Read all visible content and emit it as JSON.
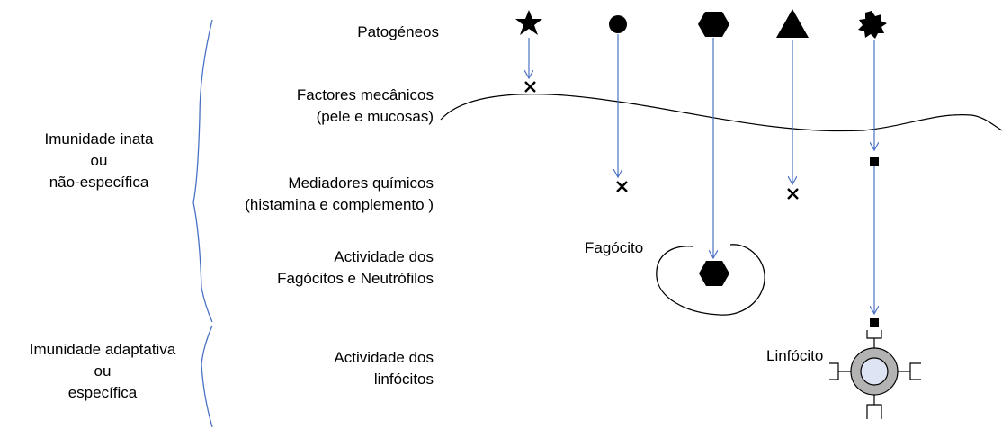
{
  "innate": {
    "line1": "Imunidade inata",
    "line2": "ou",
    "line3": "não-específica"
  },
  "adaptive": {
    "line1": "Imunidade adaptativa",
    "line2": "ou",
    "line3": "específica"
  },
  "levels": {
    "pathogens": "Patogéneos",
    "mechanical_1": "Factores mecânicos",
    "mechanical_2": "(pele e mucosas)",
    "chemical_1": "Mediadores químicos",
    "chemical_2": "(histamina e complemento )",
    "phagocyte_1": "Actividade dos",
    "phagocyte_2": "Fagócitos e Neutrófilos",
    "lymphocyte_1": "Actividade dos",
    "lymphocyte_2": "linfócitos"
  },
  "cells": {
    "phagocyte": "Fagócito",
    "lymphocyte": "Linfócito"
  },
  "colors": {
    "arrow": "#4a72c4",
    "brace": "#4a72c4",
    "lymphocyte_ring": "#b3b3b3",
    "lymphocyte_core": "#dde4f3"
  }
}
